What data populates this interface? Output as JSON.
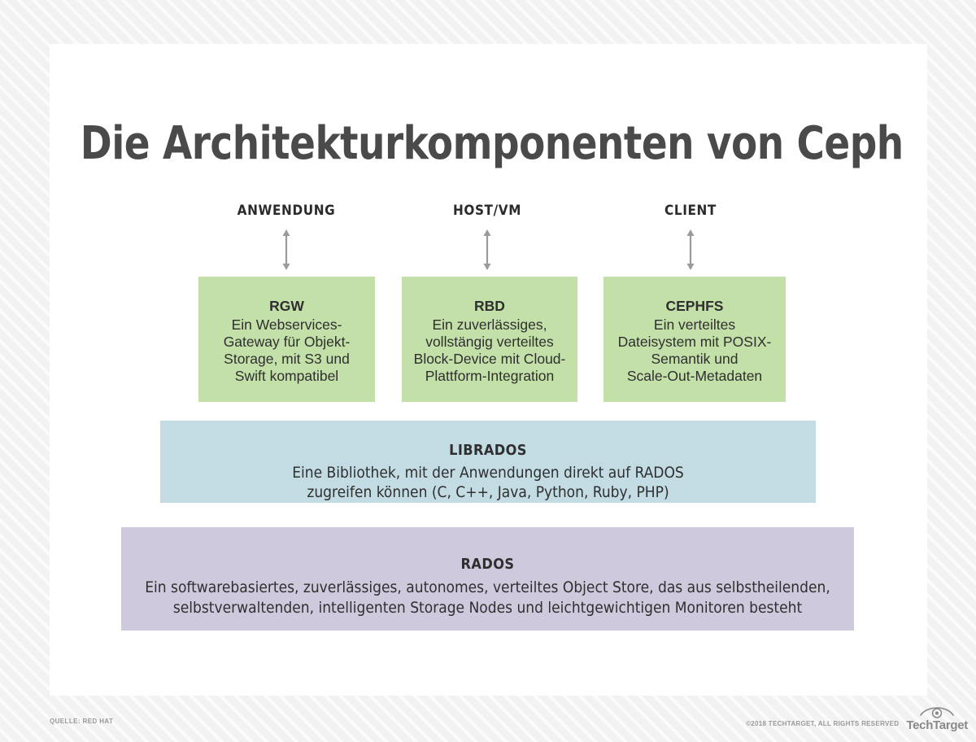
{
  "page": {
    "title": "Die Architekturkomponenten von Ceph"
  },
  "columns": [
    {
      "label": "ANWENDUNG",
      "arrow": "double-headed-vertical-arrow"
    },
    {
      "label": "HOST/VM",
      "arrow": "double-headed-vertical-arrow"
    },
    {
      "label": "CLIENT",
      "arrow": "double-headed-vertical-arrow"
    }
  ],
  "layers": {
    "interfaces": [
      {
        "name": "RGW",
        "description": "Ein Webservices-\nGateway für Objekt-\nStorage, mit S3 und\nSwift kompatibel",
        "color": "#c3e0a9"
      },
      {
        "name": "RBD",
        "description": "Ein zuverlässiges,\nvollstängig verteiltes\nBlock-Device mit Cloud-\nPlattform-Integration",
        "color": "#c3e0a9"
      },
      {
        "name": "CEPHFS",
        "description": "Ein verteiltes\nDateisystem mit POSIX-\nSemantik und\nScale-Out-Metadaten",
        "color": "#c3e0a9"
      }
    ],
    "library": {
      "name": "LIBRADOS",
      "description": "Eine Bibliothek, mit der Anwendungen direkt auf RADOS\nzugreifen können (C, C++, Java, Python, Ruby, PHP)",
      "color": "#c3dce4"
    },
    "storage": {
      "name": "RADOS",
      "description": "Ein softwarebasiertes, zuverlässiges, autonomes, verteiltes Object Store, das aus selbstheilenden,\nselbstverwaltenden, intelligenten Storage Nodes und leichtgewichtigen Monitoren besteht",
      "color": "#cfc9dd"
    }
  },
  "footer": {
    "source": "QUELLE: RED HAT",
    "copyright": "©2018 TECHTARGET, ALL RIGHTS RESERVED",
    "brand": "TechTarget",
    "brand_icon": "eye-icon"
  },
  "colors": {
    "arrow": "#9a9a9a",
    "title_text": "#4a4a4a",
    "body_text": "#2f2f2f",
    "card_background": "#ffffff",
    "page_background": "#f4f4f4"
  }
}
